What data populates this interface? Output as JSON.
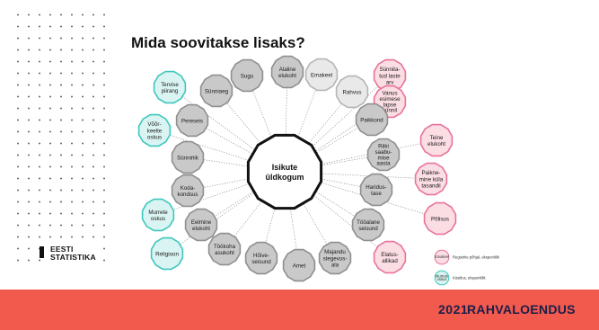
{
  "title": "Mida soovitakse lisaks?",
  "logo": {
    "line1": "EESTI",
    "line2": "STATISTIKA"
  },
  "center": {
    "lines": [
      "Isikute",
      "üldkogum"
    ]
  },
  "nodes": [
    {
      "id": "sugu",
      "lines": [
        "Sugu"
      ],
      "kind": "gray"
    },
    {
      "id": "alaline-elukoht",
      "lines": [
        "Alaline",
        "elukoht"
      ],
      "kind": "gray"
    },
    {
      "id": "emakeel",
      "lines": [
        "Emakeel"
      ],
      "kind": "light"
    },
    {
      "id": "sunnitanud-laste-arv",
      "lines": [
        "Sünnita-",
        "tud laste",
        "arv"
      ],
      "kind": "pink"
    },
    {
      "id": "rahvus",
      "lines": [
        "Rahvus"
      ],
      "kind": "light"
    },
    {
      "id": "vanus-esimese-lapse-sunnil",
      "lines": [
        "Vanus",
        "esimese",
        "lapse",
        "sünnil"
      ],
      "kind": "pink"
    },
    {
      "id": "paikkond",
      "lines": [
        "Paikkond"
      ],
      "kind": "gray"
    },
    {
      "id": "teine-elukoht",
      "lines": [
        "Teine",
        "elukoht"
      ],
      "kind": "pink"
    },
    {
      "id": "riiki-saabumise-aasta",
      "lines": [
        "Riiki",
        "saabu-",
        "mise",
        "aasta"
      ],
      "kind": "gray"
    },
    {
      "id": "paiknemine-kula-tasandil",
      "lines": [
        "Paikne-",
        "mine küla",
        "tasandil"
      ],
      "kind": "pink"
    },
    {
      "id": "haridustase",
      "lines": [
        "Haridus-",
        "tase"
      ],
      "kind": "gray"
    },
    {
      "id": "polisus",
      "lines": [
        "Põlisus"
      ],
      "kind": "pink"
    },
    {
      "id": "toealane-seisund",
      "lines": [
        "Tööalane",
        "seisund"
      ],
      "kind": "gray"
    },
    {
      "id": "elatusallikad",
      "lines": [
        "Elatus-",
        "allikad"
      ],
      "kind": "pink"
    },
    {
      "id": "majandusstegevusala",
      "lines": [
        "Majandu",
        "stegevus-",
        "ala"
      ],
      "kind": "gray"
    },
    {
      "id": "amet",
      "lines": [
        "Amet"
      ],
      "kind": "gray"
    },
    {
      "id": "hoiveseisund",
      "lines": [
        "Hõive-",
        "seisund"
      ],
      "kind": "gray"
    },
    {
      "id": "tookoha-asukoht",
      "lines": [
        "Töökoha",
        "asukoht"
      ],
      "kind": "gray"
    },
    {
      "id": "religioon",
      "lines": [
        "Religioon"
      ],
      "kind": "teal"
    },
    {
      "id": "eelmine-elukoht",
      "lines": [
        "Eelmine",
        "elukoht"
      ],
      "kind": "gray"
    },
    {
      "id": "murrete-oskus",
      "lines": [
        "Murrete",
        "oskus"
      ],
      "kind": "teal"
    },
    {
      "id": "kodakondsus",
      "lines": [
        "Koda-",
        "kondsus"
      ],
      "kind": "gray"
    },
    {
      "id": "sunniriik",
      "lines": [
        "Sünniriik"
      ],
      "kind": "gray"
    },
    {
      "id": "voorkeelte-oskus",
      "lines": [
        "Võõr-",
        "keelte",
        "oskus"
      ],
      "kind": "teal"
    },
    {
      "id": "pereseis",
      "lines": [
        "Pereseis"
      ],
      "kind": "gray"
    },
    {
      "id": "tervise-piirang",
      "lines": [
        "Tervise",
        "piirang"
      ],
      "kind": "teal"
    },
    {
      "id": "sunniaeg",
      "lines": [
        "Sünniaeg"
      ],
      "kind": "gray"
    }
  ],
  "legend": [
    {
      "lines": [
        "Emakeel"
      ],
      "kind": "pink",
      "text": "Registrite põhjal, eksperiitlik"
    },
    {
      "lines": [
        "Murrete",
        "oskus"
      ],
      "kind": "teal",
      "text": "Küsitlus, eksperiitlik"
    }
  ],
  "colors": {
    "gray_fill": "#c9c9c9",
    "gray_stroke": "#8f8f8f",
    "light_fill": "#e9e9e9",
    "light_stroke": "#b5b5b5",
    "pink_fill": "#fbdde4",
    "pink_stroke": "#e8739a",
    "teal_fill": "#d9f4f2",
    "teal_stroke": "#3fc7bd",
    "footer": "#f15a4d",
    "footer_text": "#1a1f4a"
  },
  "footer": {
    "year": "2021",
    "text": "RAHVALOENDUS"
  }
}
